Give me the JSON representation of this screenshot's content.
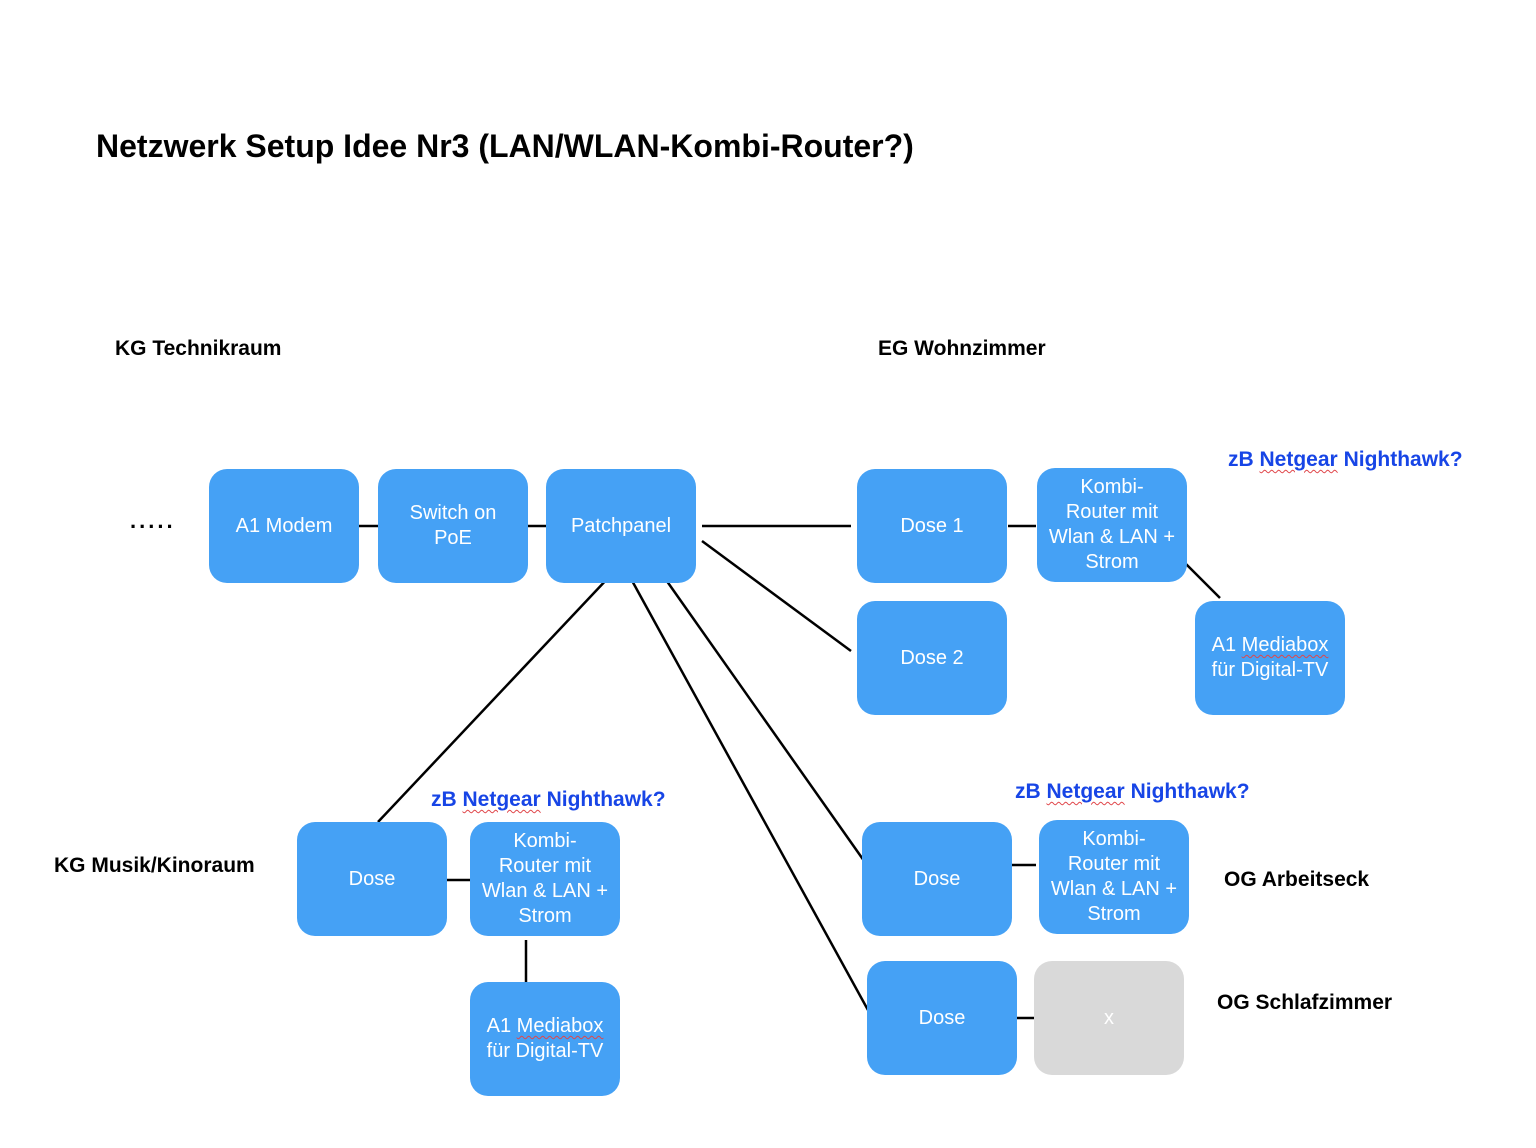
{
  "title": "Netzwerk Setup Idee Nr3 (LAN/WLAN-Kombi-Router?)",
  "colors": {
    "node": "#45a1f5",
    "node_inactive": "#d9d9d9",
    "note": "#1745e6",
    "line": "#000000"
  },
  "continuation": ".....",
  "zones": {
    "kg_technik": "KG Technikraum",
    "eg_wohn": "EG Wohnzimmer",
    "kg_musik": "KG Musik/Kinoraum",
    "og_arbeit": "OG Arbeitseck",
    "og_schlaf": "OG Schlafzimmer"
  },
  "notes": {
    "prefix": "zB",
    "brand": "Netgear",
    "suffix": "Nighthawk?"
  },
  "nodes": {
    "modem": "A1 Modem",
    "switch": [
      "Switch on",
      "PoE"
    ],
    "patch": "Patchpanel",
    "dose1": "Dose 1",
    "dose2": "Dose 2",
    "router": [
      "Kombi-",
      "Router mit",
      "Wlan & LAN +",
      "Strom"
    ],
    "mediabox_a": "A1",
    "mediabox_b": "Mediabox",
    "mediabox_c": "für Digital-TV",
    "dose": "Dose",
    "x": "x"
  },
  "edges": [
    [
      "modem",
      "switch"
    ],
    [
      "switch",
      "patch"
    ],
    [
      "patch",
      "dose1"
    ],
    [
      "patch",
      "dose2"
    ],
    [
      "dose1",
      "eg_router"
    ],
    [
      "eg_router",
      "eg_mediabox"
    ],
    [
      "patch",
      "kg_dose"
    ],
    [
      "kg_dose",
      "kg_router"
    ],
    [
      "kg_router",
      "kg_mediabox"
    ],
    [
      "patch",
      "og_dose1"
    ],
    [
      "og_dose1",
      "og_router"
    ],
    [
      "patch",
      "og_dose2"
    ],
    [
      "og_dose2",
      "og_x"
    ]
  ]
}
